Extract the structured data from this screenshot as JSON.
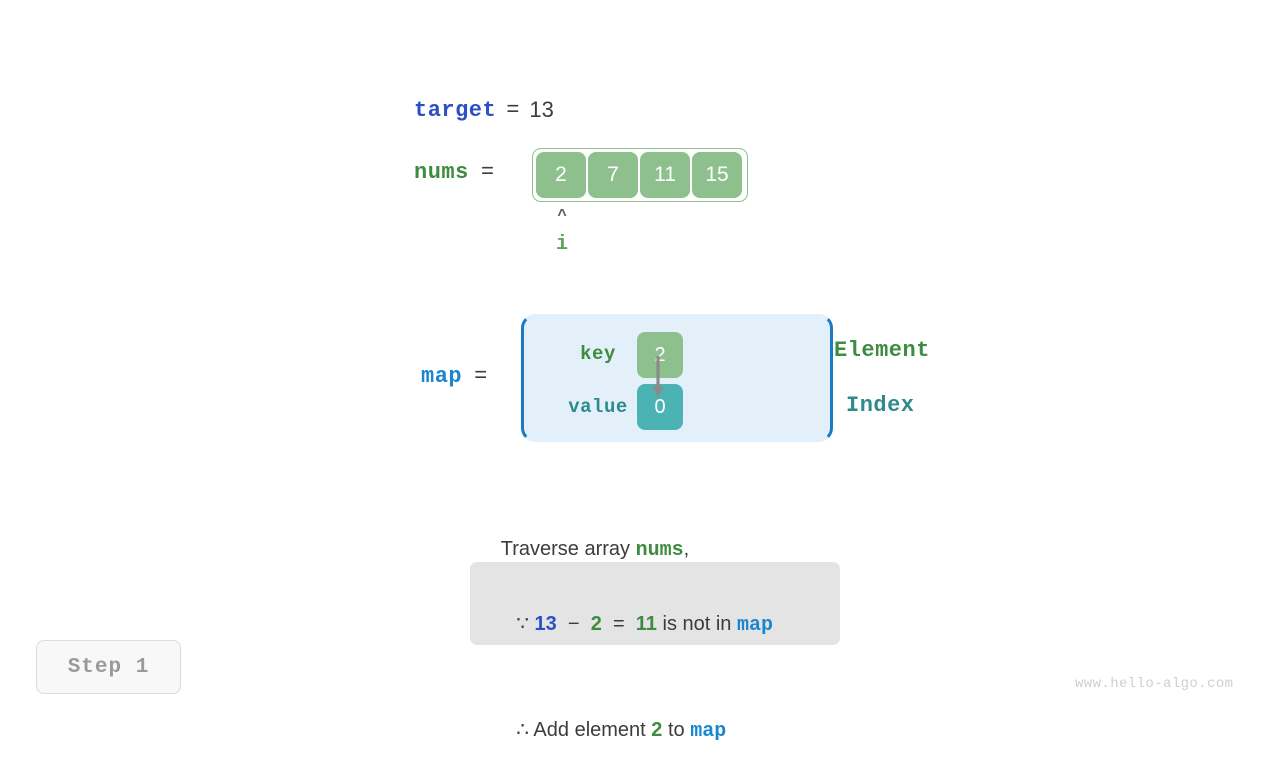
{
  "colors": {
    "blue_dark": "#2a50c8",
    "blue_map": "#1a86d0",
    "blue_bracket": "#1a7bc4",
    "green": "#3d8c40",
    "green_cell": "#8dc08d",
    "teal": "#2e8b8b",
    "teal_cell": "#4bb3b3",
    "box_fill": "#e3f0fa",
    "note_fill": "#e4e4e4",
    "text": "#3c3c3c"
  },
  "target": {
    "var_label": "target",
    "equals": "=",
    "value": "13"
  },
  "nums": {
    "var_label": "nums",
    "equals": "=",
    "cells": [
      "2",
      "7",
      "11",
      "15"
    ],
    "pointer": {
      "caret": "^",
      "label": "i",
      "index": 0
    }
  },
  "map": {
    "var_label": "map",
    "equals": "=",
    "row_labels": {
      "key": "key",
      "value": "value"
    },
    "entries": [
      {
        "key": "2",
        "value": "0"
      }
    ],
    "annotations": {
      "element": "Element",
      "index": "Index"
    }
  },
  "caption": {
    "prefix": "Traverse array ",
    "highlight": "nums",
    "suffix": ","
  },
  "note": {
    "line1": {
      "because_symbol": "∵",
      "a": "13",
      "minus": "−",
      "b": "2",
      "equals": "=",
      "result": "11",
      "tail": " is not in ",
      "map_ref": "map"
    },
    "line2": {
      "therefore_symbol": "∴",
      "text_before": " Add element ",
      "element": "2",
      "text_middle": " to ",
      "map_ref": "map"
    }
  },
  "step_badge": {
    "label": "Step 1"
  },
  "watermark": {
    "text": "www.hello-algo.com"
  }
}
